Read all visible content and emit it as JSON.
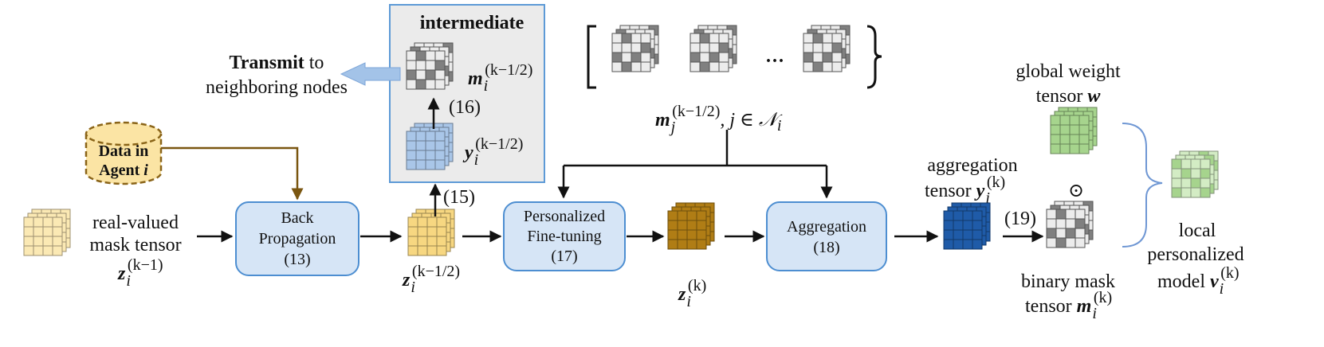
{
  "colors": {
    "cream_tensor": "#fbe9b4",
    "yellow_tensor": "#f7d781",
    "blue_tensor": "#a9c6e8",
    "brown_tensor": "#b07d15",
    "navy_tensor": "#1f5ba8",
    "green_tensor": "#a6d48d",
    "light_green_tensor": "#d3ecc4",
    "mask_light": "#ececec",
    "mask_dark": "#808080",
    "node_fill": "#d6e5f6",
    "node_stroke": "#4d8ed1",
    "intermediate_fill": "#ebebeb",
    "intermediate_stroke": "#5d9ad6",
    "data_fill": "#fbe4a4",
    "data_stroke": "#8a6418",
    "data_arrow": "#7a5610",
    "transmit_arrow": "#a3c3e8",
    "brace": "#6f97d4"
  },
  "labels": {
    "real_valued": "real-valued",
    "mask_tensor": "mask tensor",
    "z_prev_base": "z",
    "z_prev_sub": "i",
    "z_prev_sup": "(k−1)",
    "data_line1": "Data in",
    "data_line2_a": "Agent",
    "data_line2_b": "i",
    "backprop_line1": "Back",
    "backprop_line2": "Propagation",
    "backprop_eq": "(13)",
    "z_half_base": "z",
    "z_half_sub": "i",
    "z_half_sup": "(k−1/2)",
    "eq15": "(15)",
    "intermediate_title": "intermediate",
    "m_half_base": "m",
    "m_half_sub": "i",
    "m_half_sup": "(k−1/2)",
    "eq16": "(16)",
    "y_half_base": "y",
    "y_half_sub": "i",
    "y_half_sup": "(k−1/2)",
    "transmit_bold": "Transmit",
    "transmit_rest": " to",
    "neighboring_nodes": "neighboring nodes",
    "bracket_left": "[",
    "bracket_right": "}",
    "ellipsis": "···",
    "mj_base": "m",
    "mj_sub": "j",
    "mj_sup": "(k−1/2)",
    "mj_rest": ", j ∈ 𝒩",
    "mj_set_sub": "i",
    "finetune_line1": "Personalized",
    "finetune_line2": "Fine-tuning",
    "finetune_eq": "(17)",
    "z_k_base": "z",
    "z_k_sub": "i",
    "z_k_sup": "(k)",
    "aggregation_line1": "Aggregation",
    "aggregation_eq": "(18)",
    "agg_tensor_line1": "aggregation",
    "agg_tensor_line2": "tensor",
    "agg_y_base": "y",
    "agg_y_sub": "i",
    "agg_y_sup": "(k)",
    "eq19": "(19)",
    "global_line1": "global weight",
    "global_line2": "tensor",
    "global_w": "w",
    "odot": "⊙",
    "binary_line1": "binary mask",
    "binary_line2": "tensor",
    "binary_m_base": "m",
    "binary_m_sub": "i",
    "binary_m_sup": "(k)",
    "local_line1": "local",
    "local_line2": "personalized",
    "local_line3": "model",
    "local_v_base": "v",
    "local_v_sub": "i",
    "local_v_sup": "(k)"
  },
  "tensors": [
    {
      "id": "tensor-z-prev",
      "style": "solid",
      "color": "cream_tensor"
    },
    {
      "id": "tensor-z-half",
      "style": "solid",
      "color": "yellow_tensor"
    },
    {
      "id": "tensor-y-half",
      "style": "solid",
      "color": "blue_tensor"
    },
    {
      "id": "tensor-m-half",
      "style": "mask",
      "color": "mask_light"
    },
    {
      "id": "tensor-neighbor-1",
      "style": "mask",
      "color": "mask_light"
    },
    {
      "id": "tensor-neighbor-2",
      "style": "mask",
      "color": "mask_light"
    },
    {
      "id": "tensor-neighbor-3",
      "style": "mask",
      "color": "mask_light"
    },
    {
      "id": "tensor-z-k",
      "style": "solid",
      "color": "brown_tensor"
    },
    {
      "id": "tensor-aggregation",
      "style": "solid",
      "color": "navy_tensor"
    },
    {
      "id": "tensor-global-weight",
      "style": "solid",
      "color": "green_tensor"
    },
    {
      "id": "tensor-binary-mask",
      "style": "mask",
      "color": "mask_light"
    },
    {
      "id": "tensor-local-model",
      "style": "mixed",
      "color": "light_green_tensor"
    }
  ]
}
